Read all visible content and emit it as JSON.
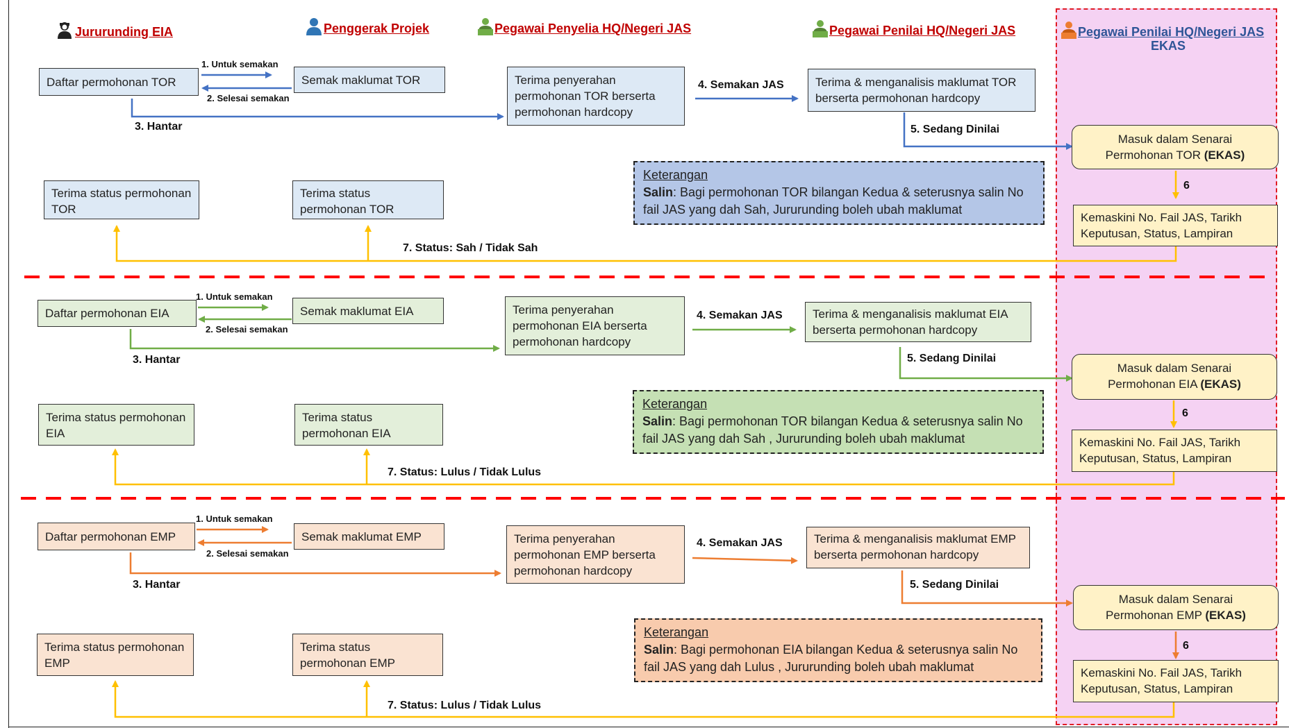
{
  "colors": {
    "tor": "#4472c4",
    "eia": "#70ad47",
    "emp": "#ed7d31",
    "status": "#ffc000",
    "header_red": "#c00000",
    "header_blue": "#2f5597",
    "divider": "#ff0000"
  },
  "headers": {
    "perunding": "Jururunding EIA",
    "penggerak": "Penggerak Projek",
    "penyelia": "Pegawai Penyelia HQ/Negeri JAS",
    "penilai": "Pegawai Penilai HQ/Negeri JAS",
    "penilai_ekas": "Pegawai Penilai HQ/Negeri JAS",
    "ekas": "EKAS"
  },
  "icons": [
    "consultant-icon",
    "user-icon",
    "officer-icon",
    "officer-icon",
    "officer-icon"
  ],
  "sections": [
    {
      "daftar": "Daftar permohonan TOR",
      "semak": "Semak maklumat TOR",
      "terima_penyerahan": "Terima penyerahan permohonan TOR berserta permohonan hardcopy",
      "terima_analisis": "Terima & menganalisis maklumat TOR berserta permohonan hardcopy",
      "masuk_line1": "Masuk dalam Senarai",
      "masuk_line2": "Permohonan TOR",
      "masuk_bold": "(EKAS)",
      "kemaskini": "Kemaskini No. Fail JAS, Tarikh Keputusan, Status, Lampiran",
      "status_konsultan": "Terima status permohonan TOR",
      "status_penggerak": "Terima status permohonan TOR",
      "ket_title": "Keterangan",
      "ket_bold": "Salin",
      "ket_text": ": Bagi permohonan TOR bilangan Kedua & seterusnya salin No fail JAS yang dah Sah, Jururunding boleh ubah maklumat",
      "step1": "1. Untuk semakan",
      "step2": "2. Selesai semakan",
      "step3": "3. Hantar",
      "step4": "4. Semakan JAS",
      "step5": "5. Sedang Dinilai",
      "step6": "6",
      "step7": "7. Status: Sah / Tidak Sah"
    },
    {
      "daftar": "Daftar permohonan EIA",
      "semak": "Semak maklumat EIA",
      "terima_penyerahan": "Terima penyerahan permohonan EIA berserta permohonan hardcopy",
      "terima_analisis": "Terima & menganalisis maklumat EIA berserta permohonan hardcopy",
      "masuk_line1": "Masuk dalam Senarai",
      "masuk_line2": "Permohonan EIA",
      "masuk_bold": "(EKAS)",
      "kemaskini": "Kemaskini No. Fail JAS, Tarikh Keputusan, Status, Lampiran",
      "status_konsultan": "Terima status permohonan EIA",
      "status_penggerak": "Terima status permohonan EIA",
      "ket_title": "Keterangan",
      "ket_bold": "Salin",
      "ket_text": ": Bagi permohonan TOR bilangan Kedua & seterusnya salin No fail JAS yang dah Sah , Jururunding boleh ubah maklumat",
      "step1": "1. Untuk semakan",
      "step2": "2. Selesai semakan",
      "step3": "3. Hantar",
      "step4": "4. Semakan JAS",
      "step5": "5. Sedang Dinilai",
      "step6": "6",
      "step7": "7. Status: Lulus / Tidak Lulus"
    },
    {
      "daftar": "Daftar permohonan EMP",
      "semak": "Semak maklumat EMP",
      "terima_penyerahan": "Terima penyerahan permohonan EMP berserta permohonan hardcopy",
      "terima_analisis": "Terima & menganalisis maklumat EMP berserta permohonan hardcopy",
      "masuk_line1": "Masuk dalam Senarai",
      "masuk_line2": "Permohonan EMP",
      "masuk_bold": "(EKAS)",
      "kemaskini": "Kemaskini No. Fail JAS, Tarikh Keputusan, Status, Lampiran",
      "status_konsultan": "Terima status permohonan EMP",
      "status_penggerak": "Terima status permohonan EMP",
      "ket_title": "Keterangan",
      "ket_bold": "Salin",
      "ket_text": ": Bagi permohonan EIA bilangan Kedua & seterusnya salin No fail JAS yang dah Lulus , Jururunding boleh ubah maklumat",
      "step1": "1. Untuk semakan",
      "step2": "2. Selesai semakan",
      "step3": "3. Hantar",
      "step4": "4. Semakan JAS",
      "step5": "5. Sedang Dinilai",
      "step6": "6",
      "step7": "7. Status: Lulus / Tidak Lulus"
    }
  ]
}
